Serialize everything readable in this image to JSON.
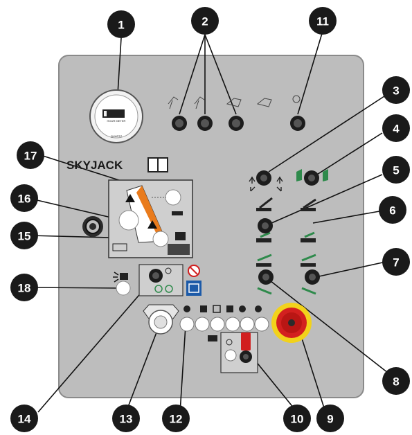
{
  "brand": {
    "name": "SKYJACK"
  },
  "hour_meter": {
    "label": "HOUR METER",
    "sub_label": "QUARTZ"
  },
  "callouts": [
    "1",
    "2",
    "3",
    "4",
    "5",
    "6",
    "7",
    "8",
    "9",
    "10",
    "11",
    "12",
    "13",
    "14",
    "15",
    "16",
    "17",
    "18"
  ],
  "colors": {
    "panel": "#bdbdbd",
    "panel_border": "#8a8a8a",
    "callout": "#1a1a1a",
    "estop_red": "#d3201f",
    "estop_yellow": "#f2d21b",
    "warning_orange": "#e97b1c",
    "info_blue": "#1c5aa8",
    "toggle_red": "#d11f1f",
    "tilt_green": "#2e8a4b"
  }
}
